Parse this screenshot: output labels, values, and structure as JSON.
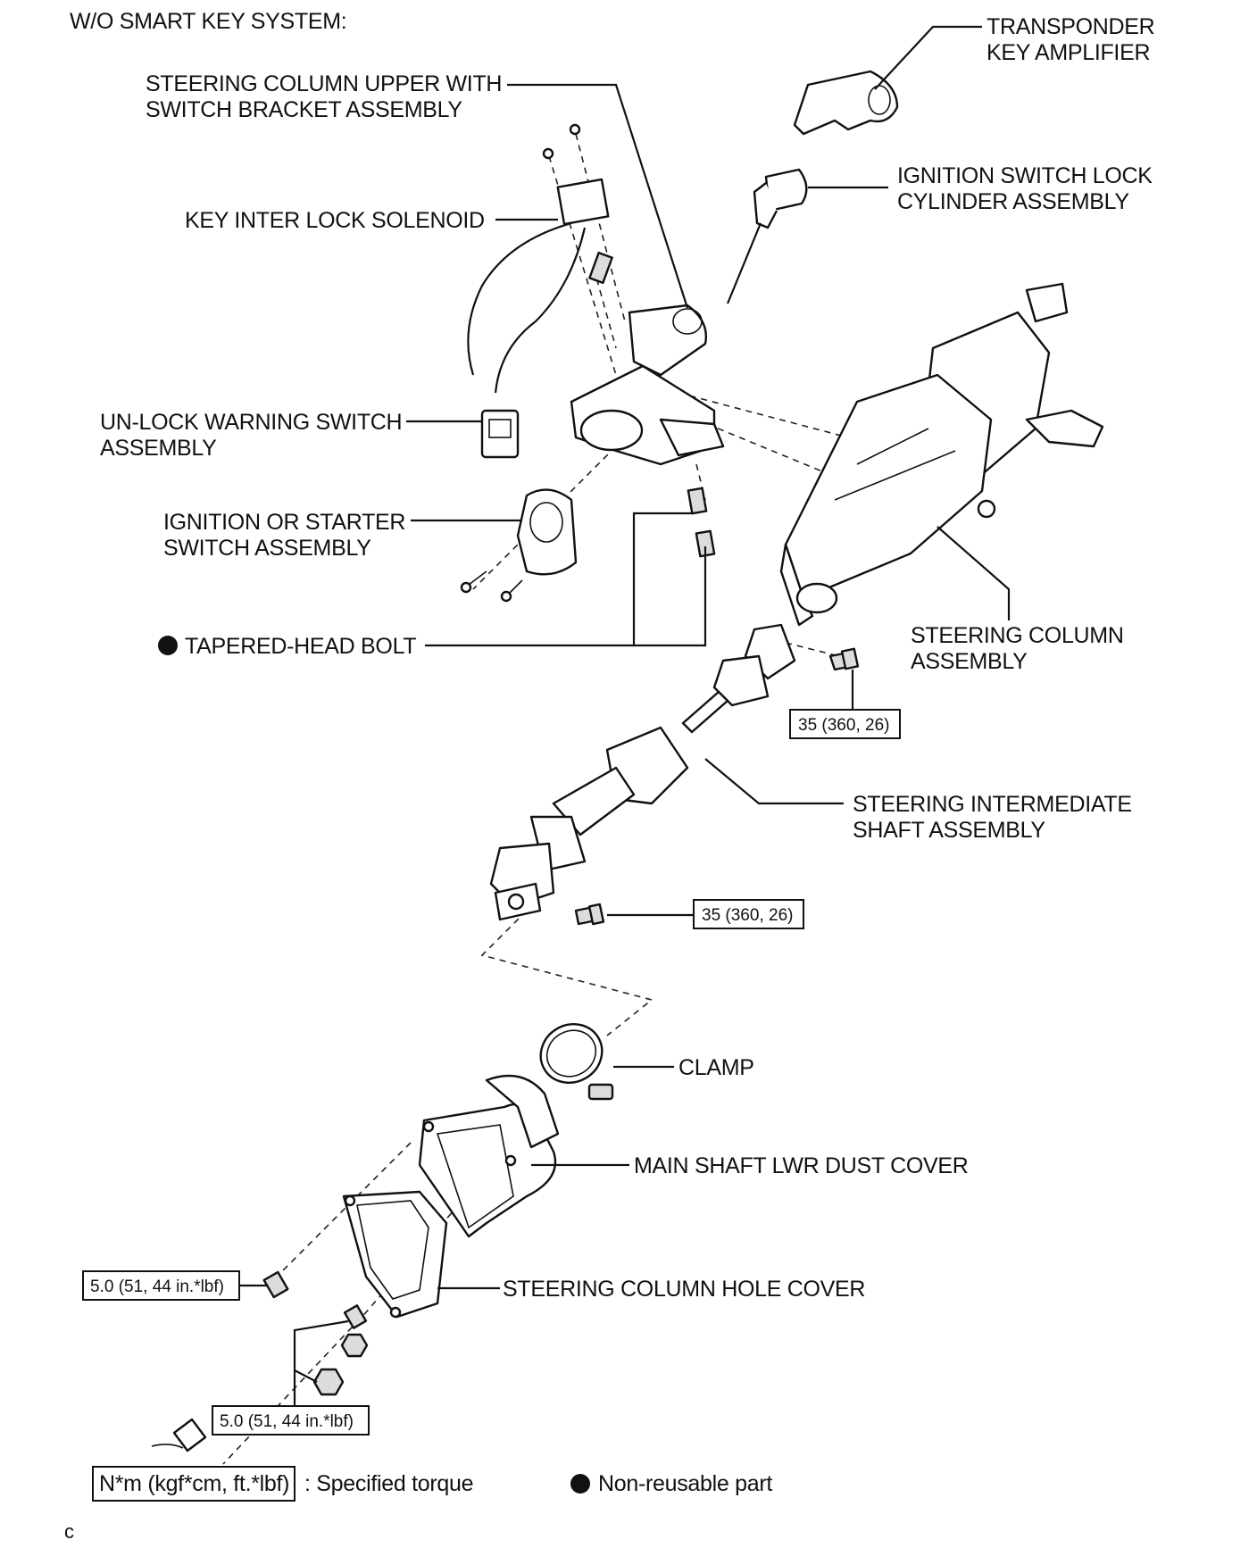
{
  "header": "W/O SMART KEY SYSTEM:",
  "labels": {
    "transponder": [
      "TRANSPONDER",
      "KEY AMPLIFIER"
    ],
    "upper_bracket": [
      "STEERING COLUMN UPPER WITH",
      "SWITCH BRACKET ASSEMBLY"
    ],
    "lock_cylinder": [
      "IGNITION SWITCH LOCK",
      "CYLINDER ASSEMBLY"
    ],
    "solenoid": [
      "KEY INTER LOCK SOLENOID"
    ],
    "unlock_switch": [
      "UN-LOCK WARNING SWITCH",
      "ASSEMBLY"
    ],
    "starter_switch": [
      "IGNITION OR STARTER",
      "SWITCH ASSEMBLY"
    ],
    "tapered_bolt": [
      "TAPERED-HEAD BOLT"
    ],
    "column_assembly": [
      "STEERING COLUMN",
      "ASSEMBLY"
    ],
    "intermediate_shaft": [
      "STEERING INTERMEDIATE",
      "SHAFT ASSEMBLY"
    ],
    "clamp": [
      "CLAMP"
    ],
    "dust_cover": [
      "MAIN SHAFT LWR DUST COVER"
    ],
    "hole_cover": [
      "STEERING COLUMN HOLE COVER"
    ]
  },
  "torques": {
    "upper_joint": "35 (360, 26)",
    "lower_joint": "35 (360, 26)",
    "dust_cover_bolt": "5.0 (51, 44 in.*lbf)",
    "hole_cover_nuts": "5.0 (51, 44 in.*lbf)"
  },
  "legend": {
    "torque_box": "N*m (kgf*cm, ft.*lbf)",
    "torque_text": ": Specified torque",
    "nonreusable_text": "Non-reusable part"
  },
  "footer": "c"
}
